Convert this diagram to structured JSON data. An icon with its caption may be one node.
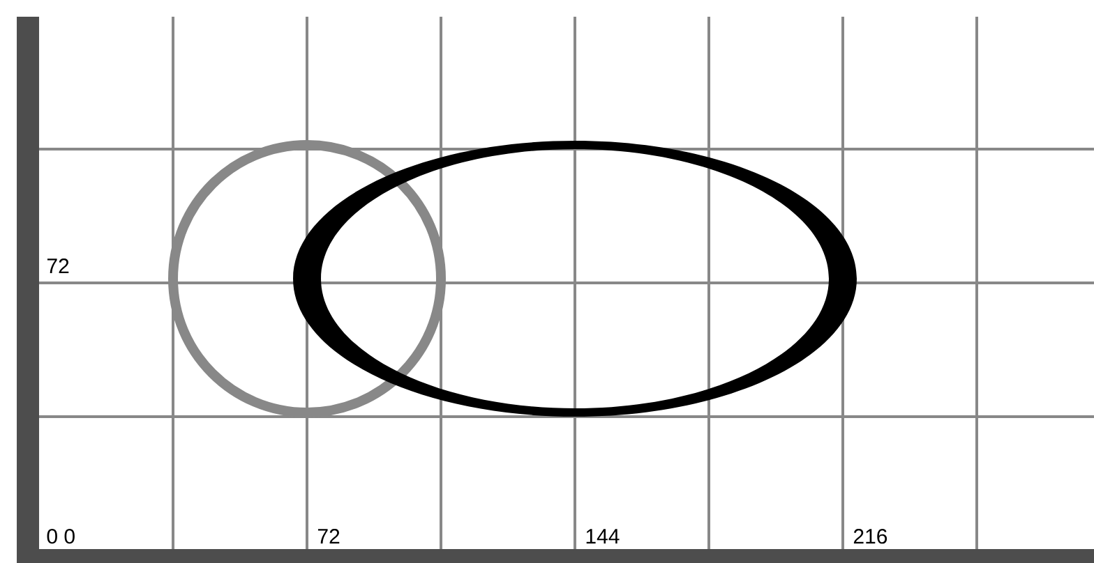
{
  "diagram": {
    "labels": [
      "72",
      "0 0",
      "72",
      "144",
      "216"
    ]
  }
}
